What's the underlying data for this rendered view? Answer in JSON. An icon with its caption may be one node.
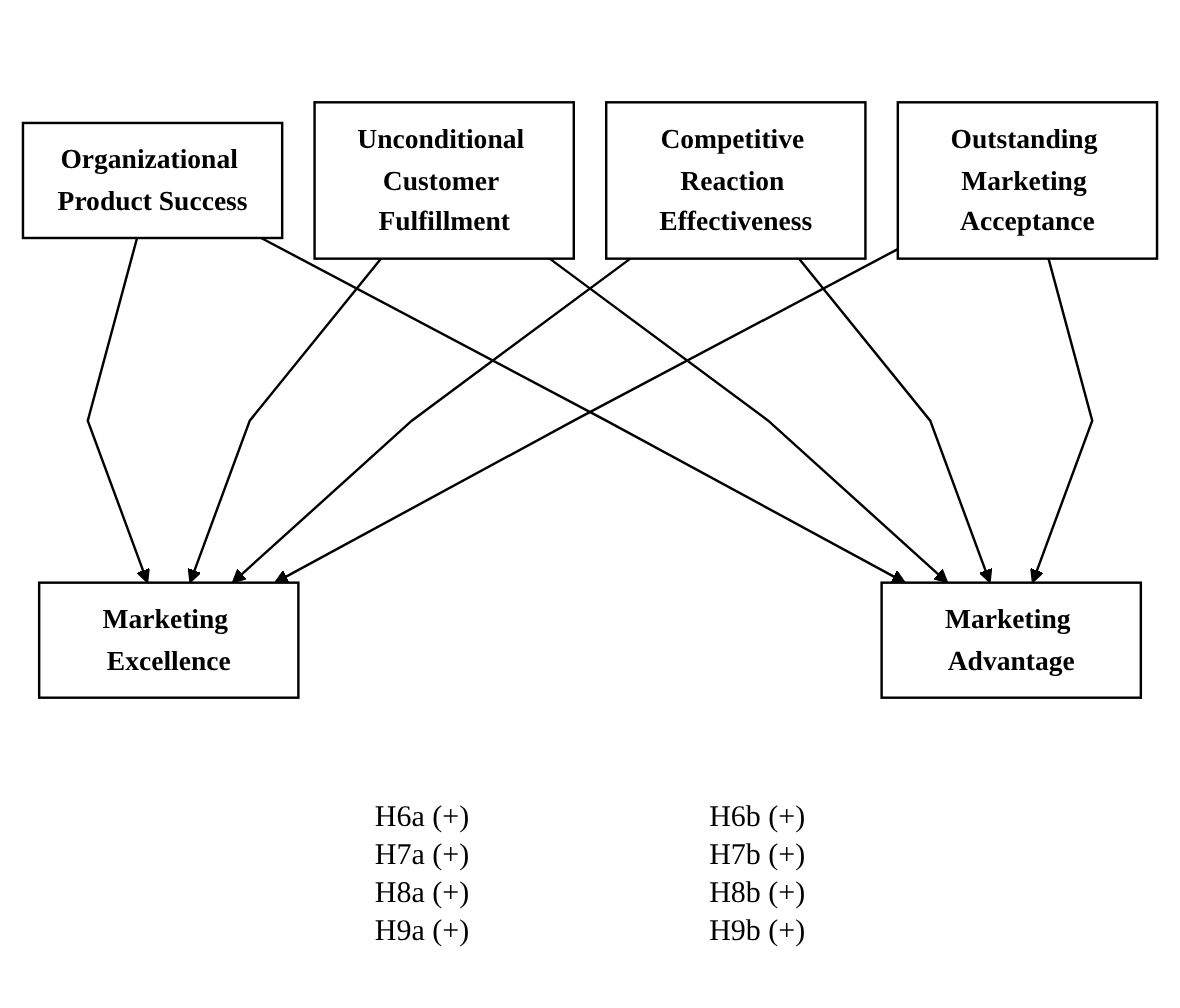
{
  "diagram": {
    "nodes": [
      {
        "text": [
          "Organizational Product Success"
        ]
      },
      {
        "text": [
          "Unconditional Customer Fulfillment"
        ]
      },
      {
        "text": [
          "Competitive Reaction Effectiveness"
        ]
      },
      {
        "text": [
          "Outstanding Marketing Acceptance"
        ]
      },
      {
        "text": [
          "Marketing Excellence"
        ]
      },
      {
        "text": [
          "Marketing Advantage"
        ]
      }
    ],
    "edges": [
      {
        "from": 0,
        "to": 4,
        "arrow": "to"
      },
      {
        "from": 1,
        "to": 4,
        "arrow": "to"
      },
      {
        "from": 2,
        "to": 4,
        "arrow": "to"
      },
      {
        "from": 3,
        "to": 4,
        "arrow": "to"
      },
      {
        "from": 0,
        "to": 5,
        "arrow": "to"
      },
      {
        "from": 1,
        "to": 5,
        "arrow": "to"
      },
      {
        "from": 2,
        "to": 5,
        "arrow": "to"
      },
      {
        "from": 3,
        "to": 5,
        "arrow": "to"
      }
    ],
    "labels": [
      "H6a (+)",
      "H7a (+)",
      "H8a (+)",
      "H9a (+)",
      "H6b (+)",
      "H7b (+)",
      "H8b (+)",
      "H9b (+)"
    ]
  }
}
